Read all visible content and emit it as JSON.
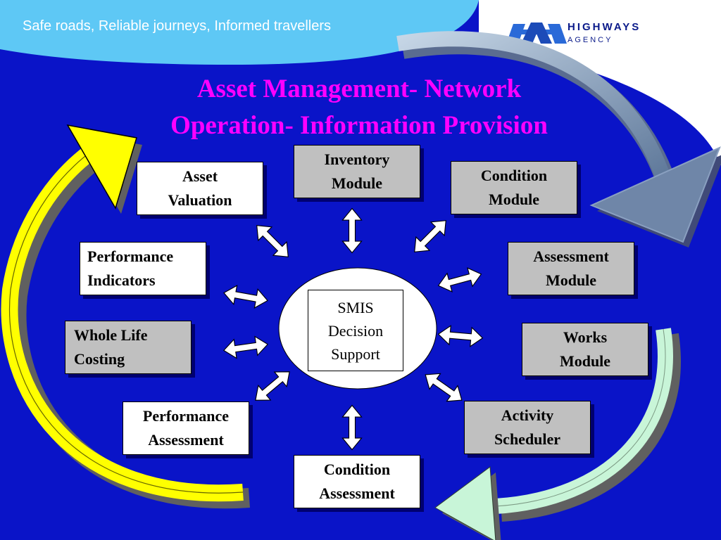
{
  "header": {
    "tagline": "Safe roads, Reliable journeys, Informed travellers",
    "logo_name": "HIGHWAYS",
    "logo_sub": "AGENCY"
  },
  "title": {
    "line1": "Asset Management- Network",
    "line2": "Operation- Information Provision"
  },
  "center": {
    "label": "SMIS\nDecision\nSupport"
  },
  "modules": {
    "inventory": "Inventory\nModule",
    "condition": "Condition\nModule",
    "assessment": "Assessment\nModule",
    "works": "Works\nModule",
    "activity": "Activity\nScheduler",
    "condition_assessment": "Condition\nAssessment",
    "performance_assessment": "Performance\nAssessment",
    "whole_life": "Whole Life\nCosting",
    "performance_indicators": "Performance\nIndicators",
    "asset_valuation": "Asset\nValuation"
  },
  "colors": {
    "background": "#0a14c8",
    "title": "#ff00ff",
    "cycle_arrow_left": "#ffff00",
    "cycle_arrow_top_right": "#6f86a8",
    "cycle_arrow_bottom_right": "#c8f5d8"
  }
}
